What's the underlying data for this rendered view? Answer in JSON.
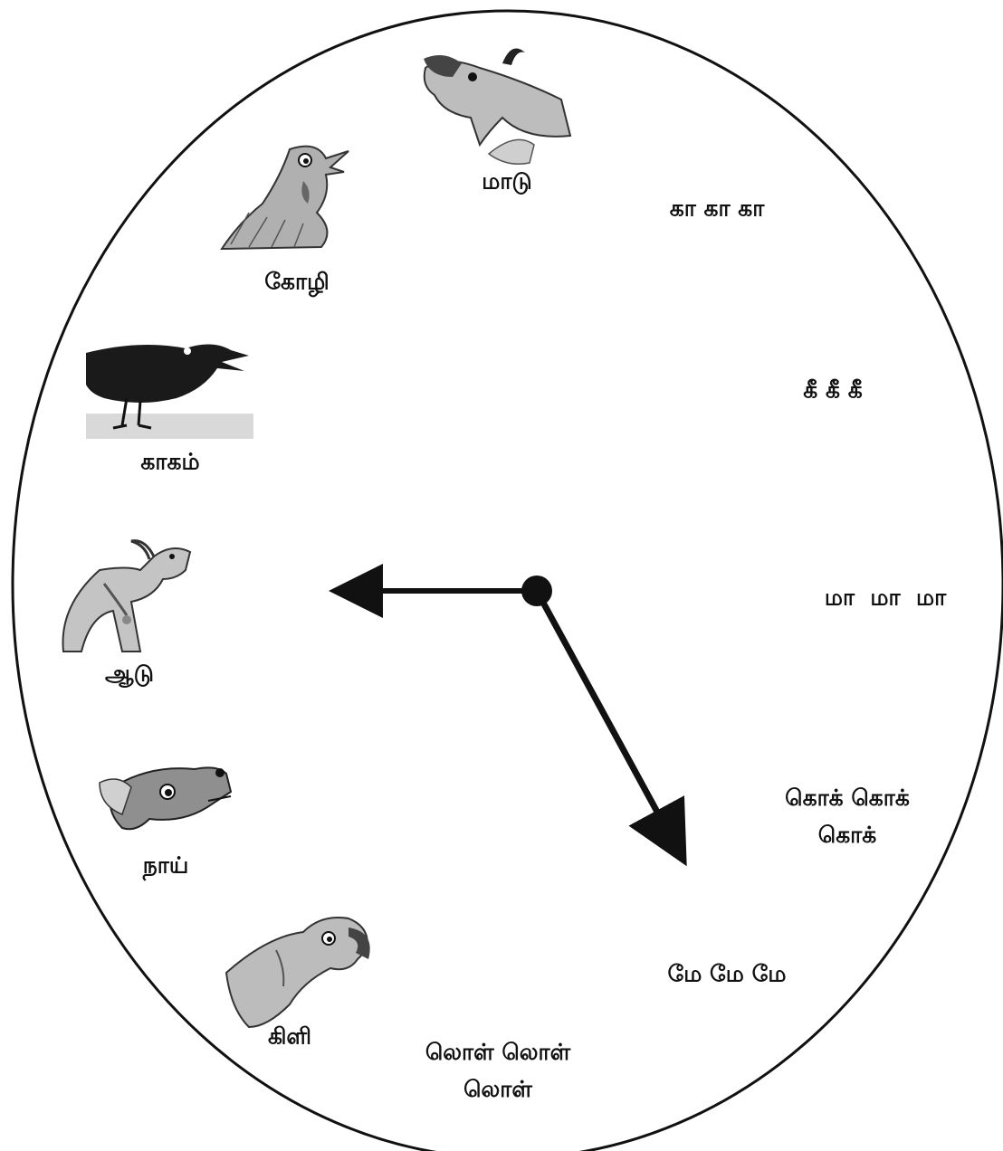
{
  "colors": {
    "ink": "#111111",
    "background": "#ffffff"
  },
  "hands": {
    "hour_points_to": "ஆடு",
    "minute_points_to": "மே மே மே"
  },
  "animals": [
    {
      "id": "cow",
      "name": "மாடு",
      "icon": "cow-head-icon"
    },
    {
      "id": "hen",
      "name": "கோழி",
      "icon": "hen-icon"
    },
    {
      "id": "crow",
      "name": "காகம்",
      "icon": "crow-icon"
    },
    {
      "id": "goat",
      "name": "ஆடு",
      "icon": "goat-icon"
    },
    {
      "id": "dog",
      "name": "நாய்",
      "icon": "dog-head-icon"
    },
    {
      "id": "parrot",
      "name": "கிளி",
      "icon": "parrot-icon"
    }
  ],
  "sounds": [
    {
      "lines": [
        "கா கா கா"
      ]
    },
    {
      "lines": [
        "கீ கீ கீ"
      ]
    },
    {
      "lines": [
        "மா  மா  மா"
      ]
    },
    {
      "lines": [
        "கொக் கொக்",
        "கொக்"
      ]
    },
    {
      "lines": [
        "மே மே மே"
      ]
    },
    {
      "lines": [
        "லொள் லொள்",
        "லொள்"
      ]
    }
  ]
}
